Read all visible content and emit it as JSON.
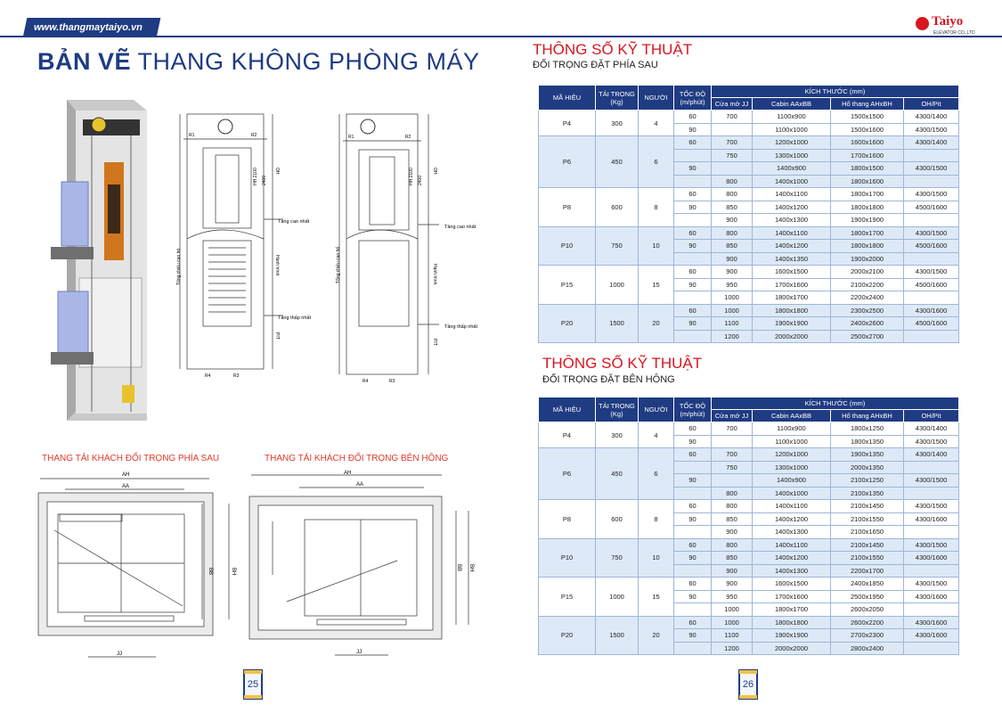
{
  "header": {
    "url": "www.thangmaytaiyo.vn",
    "logo_name": "Taiyo",
    "logo_sub": "ELEVATOR CO.,LTD"
  },
  "page_title": {
    "bold": "BẢN VẼ",
    "rest": "THANG KHÔNG PHÒNG MÁY"
  },
  "drawings": {
    "labels": {
      "top_floor": "Tầng cao nhất",
      "bottom_floor": "Tầng thấp nhất",
      "shaft_height": "Tổng chiều cao hố",
      "travel": "Hành trình",
      "oh": "OH",
      "pit": "PIT",
      "r1": "R1",
      "r2": "R2",
      "r3": "R3",
      "r4": "R4",
      "dim_2100": "HH 2100",
      "dim_2400": "2400"
    },
    "plan_labels": {
      "ah": "AH",
      "aa": "AA",
      "bb": "BB",
      "bh": "BH",
      "jj": "JJ"
    },
    "caption_rear": "THANG TẢI KHÁCH ĐỐI TRỌNG PHÍA SAU",
    "caption_side": "THANG TẢI KHÁCH ĐỐI TRỌNG BÊN HÔNG"
  },
  "pages": {
    "left": "25",
    "right": "26"
  },
  "colors": {
    "navy": "#1f3b82",
    "red": "#d7161f",
    "row_tint": "#dde9f7"
  },
  "headers": {
    "ma_hieu": "MÃ HIỆU",
    "tai_trong": "TẢI TRỌNG",
    "tai_trong_unit": "(Kg)",
    "nguoi": "NGƯỜI",
    "toc_do": "TỐC ĐỘ",
    "toc_do_unit": "(m/phút)",
    "kich_thuoc": "KÍCH THƯỚC (mm)",
    "cua": "Cửa mở JJ",
    "cabin": "Cabin AAxBB",
    "ho": "Hố thang AHxBH",
    "ohpit": "OH/Pit"
  },
  "table1": {
    "title": "THÔNG SỐ KỸ THUẬT",
    "subtitle": "ĐỐI TRỌNG ĐẶT PHÍA SAU",
    "groups": [
      {
        "model": "P4",
        "load": "300",
        "persons": "4",
        "rows": [
          [
            "60",
            "700",
            "1100x900",
            "1500x1500",
            "4300/1400"
          ],
          [
            "90",
            "",
            "1100x1000",
            "1500x1600",
            "4300/1500"
          ]
        ]
      },
      {
        "model": "P6",
        "load": "450",
        "persons": "6",
        "rows": [
          [
            "60",
            "700",
            "1200x1000",
            "1600x1600",
            "4300/1400"
          ],
          [
            "",
            "750",
            "1300x1000",
            "1700x1600",
            ""
          ],
          [
            "90",
            "",
            "1400x900",
            "1800x1500",
            "4300/1500"
          ],
          [
            "",
            "800",
            "1400x1000",
            "1800x1600",
            ""
          ]
        ]
      },
      {
        "model": "P8",
        "load": "600",
        "persons": "8",
        "rows": [
          [
            "60",
            "800",
            "1400x1100",
            "1800x1700",
            "4300/1500"
          ],
          [
            "90",
            "850",
            "1400x1200",
            "1800x1800",
            "4500/1600"
          ],
          [
            "",
            "900",
            "1400x1300",
            "1900x1900",
            ""
          ]
        ]
      },
      {
        "model": "P10",
        "load": "750",
        "persons": "10",
        "rows": [
          [
            "60",
            "800",
            "1400x1100",
            "1800x1700",
            "4300/1500"
          ],
          [
            "90",
            "850",
            "1400x1200",
            "1800x1800",
            "4500/1600"
          ],
          [
            "",
            "900",
            "1400x1350",
            "1900x2000",
            ""
          ]
        ]
      },
      {
        "model": "P15",
        "load": "1000",
        "persons": "15",
        "rows": [
          [
            "60",
            "900",
            "1600x1500",
            "2000x2100",
            "4300/1500"
          ],
          [
            "90",
            "950",
            "1700x1600",
            "2100x2200",
            "4500/1600"
          ],
          [
            "",
            "1000",
            "1800x1700",
            "2200x2400",
            ""
          ]
        ]
      },
      {
        "model": "P20",
        "load": "1500",
        "persons": "20",
        "rows": [
          [
            "60",
            "1000",
            "1800x1800",
            "2300x2500",
            "4300/1600"
          ],
          [
            "90",
            "1100",
            "1900x1900",
            "2400x2600",
            "4500/1600"
          ],
          [
            "",
            "1200",
            "2000x2000",
            "2500x2700",
            ""
          ]
        ]
      }
    ]
  },
  "table2": {
    "title": "THÔNG SỐ KỸ THUẬT",
    "subtitle": "ĐỐI TRỌNG ĐẶT BÊN HÔNG",
    "groups": [
      {
        "model": "P4",
        "load": "300",
        "persons": "4",
        "rows": [
          [
            "60",
            "700",
            "1100x900",
            "1800x1250",
            "4300/1400"
          ],
          [
            "90",
            "",
            "1100x1000",
            "1800x1350",
            "4300/1500"
          ]
        ]
      },
      {
        "model": "P6",
        "load": "450",
        "persons": "6",
        "rows": [
          [
            "60",
            "700",
            "1200x1000",
            "1900x1350",
            "4300/1400"
          ],
          [
            "",
            "750",
            "1300x1000",
            "2000x1350",
            ""
          ],
          [
            "90",
            "",
            "1400x900",
            "2100x1250",
            "4300/1500"
          ],
          [
            "",
            "800",
            "1400x1000",
            "2100x1350",
            ""
          ]
        ]
      },
      {
        "model": "P8",
        "load": "600",
        "persons": "8",
        "rows": [
          [
            "60",
            "800",
            "1400x1100",
            "2100x1450",
            "4300/1500"
          ],
          [
            "90",
            "850",
            "1400x1200",
            "2100x1550",
            "4300/1600"
          ],
          [
            "",
            "900",
            "1400x1300",
            "2100x1650",
            ""
          ]
        ]
      },
      {
        "model": "P10",
        "load": "750",
        "persons": "10",
        "rows": [
          [
            "60",
            "800",
            "1400x1100",
            "2100x1450",
            "4300/1500"
          ],
          [
            "90",
            "850",
            "1400x1200",
            "2100x1550",
            "4300/1600"
          ],
          [
            "",
            "900",
            "1400x1300",
            "2200x1700",
            ""
          ]
        ]
      },
      {
        "model": "P15",
        "load": "1000",
        "persons": "15",
        "rows": [
          [
            "60",
            "900",
            "1600x1500",
            "2400x1850",
            "4300/1500"
          ],
          [
            "90",
            "950",
            "1700x1600",
            "2500x1950",
            "4300/1600"
          ],
          [
            "",
            "1000",
            "1800x1700",
            "2600x2050",
            ""
          ]
        ]
      },
      {
        "model": "P20",
        "load": "1500",
        "persons": "20",
        "rows": [
          [
            "60",
            "1000",
            "1800x1800",
            "2600x2200",
            "4300/1600"
          ],
          [
            "90",
            "1100",
            "1900x1900",
            "2700x2300",
            "4300/1600"
          ],
          [
            "",
            "1200",
            "2000x2000",
            "2800x2400",
            ""
          ]
        ]
      }
    ]
  }
}
